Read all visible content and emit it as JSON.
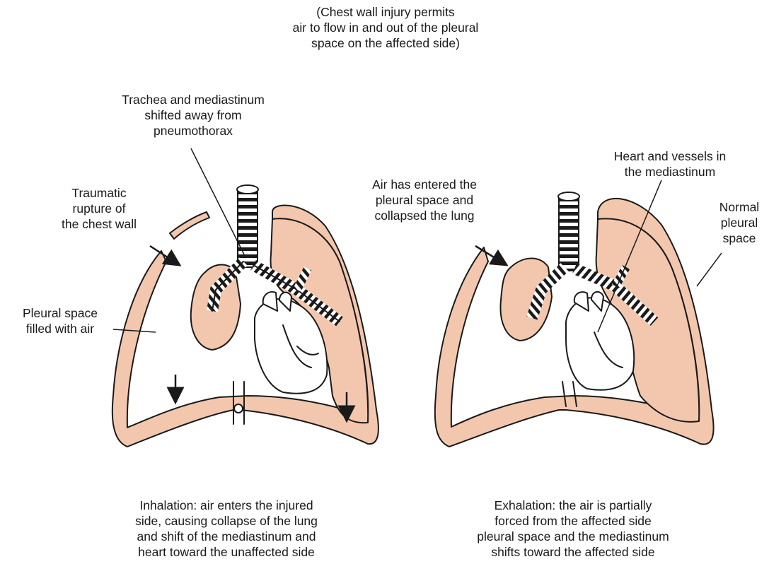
{
  "header": {
    "lines": [
      "(Chest wall injury permits",
      "air to flow in and out of the pleural",
      "space on the affected side)"
    ]
  },
  "left_panel": {
    "trachea_label": [
      "Trachea and mediastinum",
      "shifted away from",
      "pneumothorax"
    ],
    "rupture_label": [
      "Traumatic",
      "rupture of",
      "the chest wall"
    ],
    "pleural_air_label": [
      "Pleural space",
      "filled with air"
    ],
    "caption": [
      "Inhalation: air enters the injured",
      "side, causing collapse of the lung",
      "and shift of the mediastinum and",
      "heart toward the unaffected side"
    ]
  },
  "right_panel": {
    "air_entered_label": [
      "Air has entered the",
      "pleural space and",
      "collapsed the lung"
    ],
    "heart_label": [
      "Heart and vessels in",
      "the mediastinum"
    ],
    "normal_pleural_label": [
      "Normal",
      "pleural",
      "space"
    ],
    "caption": [
      "Exhalation: the air is partially",
      "forced from the affected side",
      "pleural space and the mediastinum",
      "shifts toward the affected side"
    ]
  },
  "colors": {
    "lung_tissue": "#f3c7ae",
    "ink": "#1a1a1a",
    "background": "#ffffff"
  }
}
